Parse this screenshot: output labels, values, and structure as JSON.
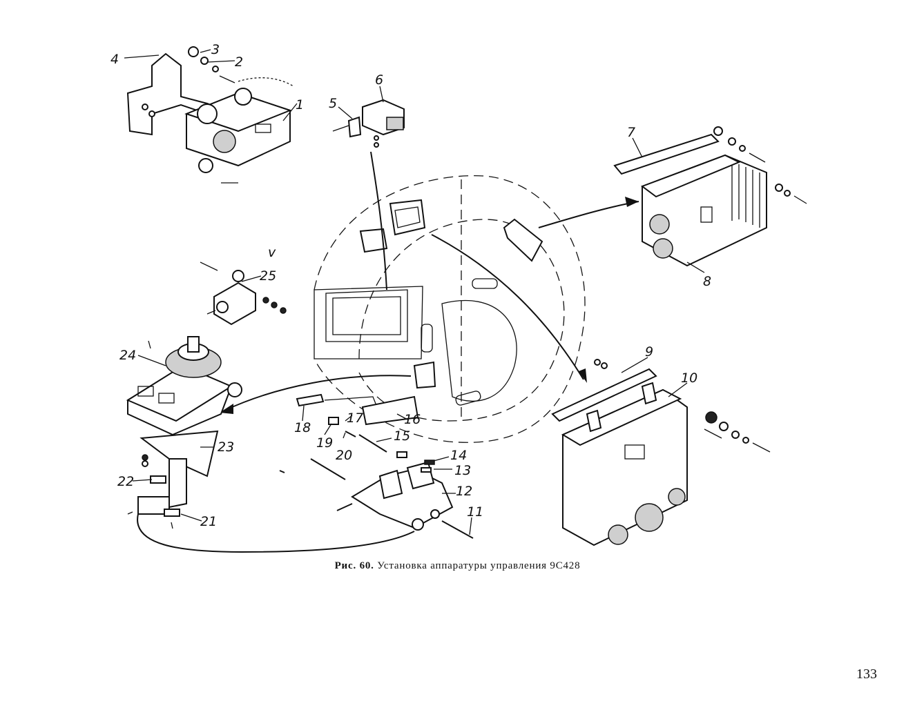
{
  "figure": {
    "caption_prefix": "Рис.",
    "caption_number": "60.",
    "caption_text": "Установка аппаратуры управления 9С428",
    "page_number": "133",
    "callouts": [
      "1",
      "2",
      "3",
      "4",
      "5",
      "6",
      "7",
      "8",
      "9",
      "10",
      "11",
      "12",
      "13",
      "14",
      "15",
      "16",
      "17",
      "18",
      "19",
      "20",
      "21",
      "22",
      "23",
      "24",
      "25",
      "v"
    ]
  }
}
